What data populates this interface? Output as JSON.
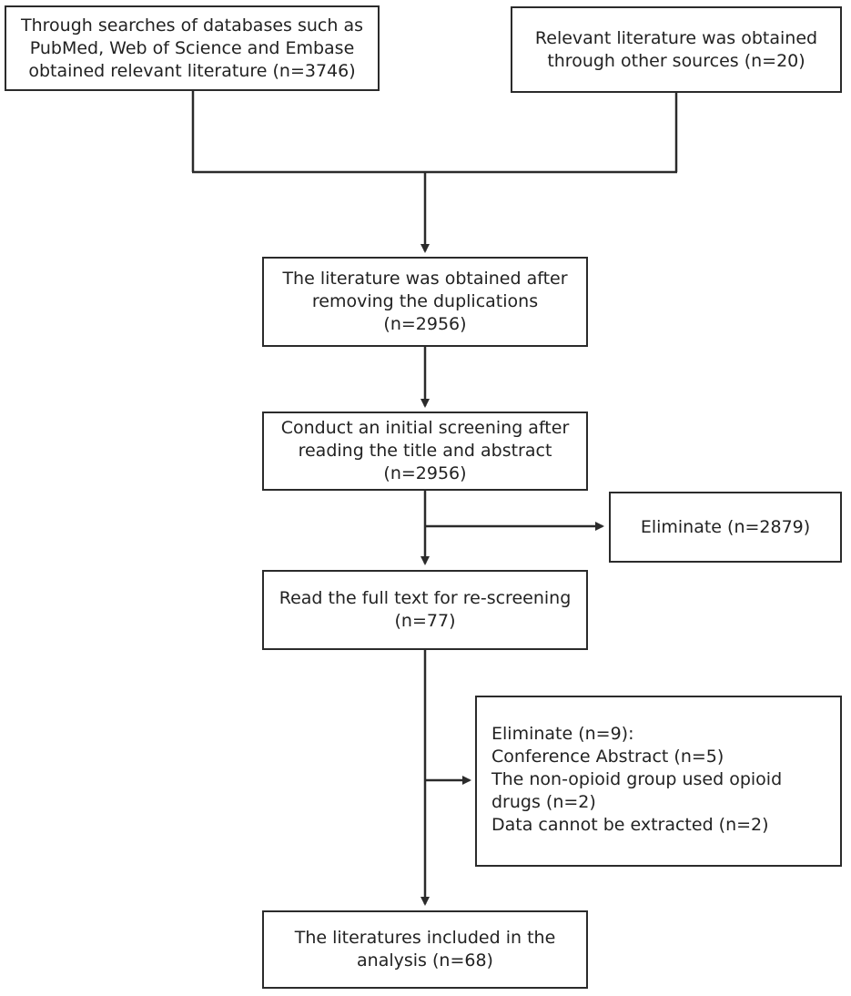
{
  "boxes": {
    "database_search": {
      "lines": [
        "Through searches of databases such as",
        "PubMed, Web of Science and Embase",
        "obtained relevant literature (n=3746)"
      ]
    },
    "other_sources": {
      "lines": [
        "Relevant literature was obtained",
        "through other sources (n=20)"
      ]
    },
    "after_duplicates": {
      "lines": [
        "The literature was obtained after",
        "removing the duplications",
        "(n=2956)"
      ]
    },
    "initial_screening": {
      "lines": [
        "Conduct an initial screening after",
        "reading the title and abstract",
        "(n=2956)"
      ]
    },
    "eliminate_first": {
      "lines": [
        "Eliminate (n=2879)"
      ]
    },
    "full_text": {
      "lines": [
        "Read the full text for re-screening",
        "(n=77)"
      ]
    },
    "eliminate_second": {
      "lines": [
        "Eliminate (n=9):",
        "Conference Abstract (n=5)",
        "The non-opioid group used opioid",
        "drugs (n=2)",
        "Data cannot be extracted (n=2)"
      ]
    },
    "included": {
      "lines": [
        "The literatures included in the",
        "analysis (n=68)"
      ]
    }
  },
  "colors": {
    "stroke": "#2b2b2b",
    "text": "#222222",
    "background": "#ffffff"
  }
}
